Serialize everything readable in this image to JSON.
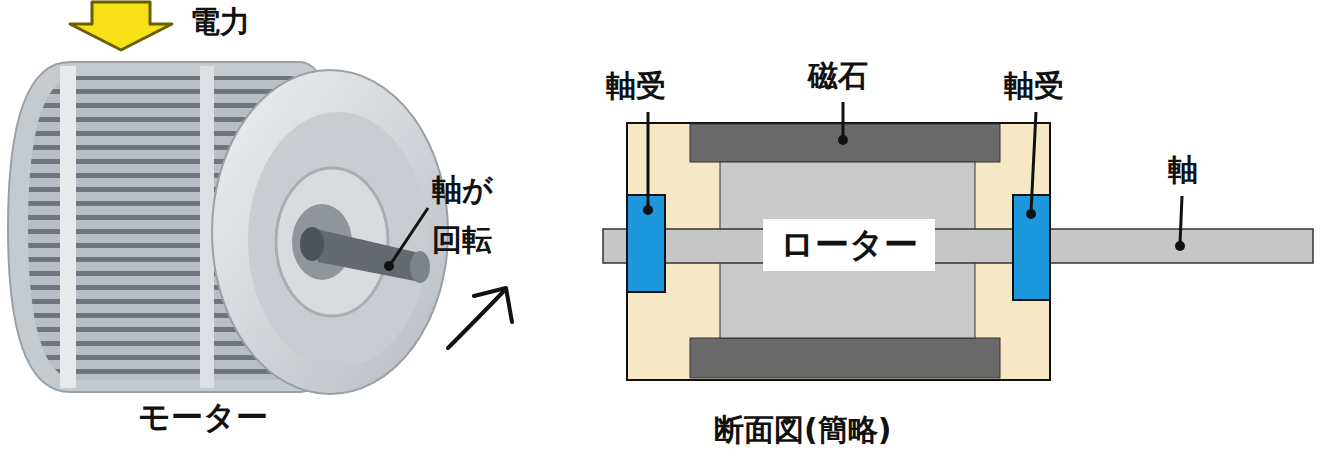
{
  "diagram": {
    "nodes": [
      {
        "text": [
          "ローター"
        ]
      }
    ],
    "labels": [
      "電力",
      "軸が 回転",
      "モーター",
      "軸受",
      "磁石",
      "軸受",
      "軸",
      "断面図(簡略)"
    ]
  }
}
